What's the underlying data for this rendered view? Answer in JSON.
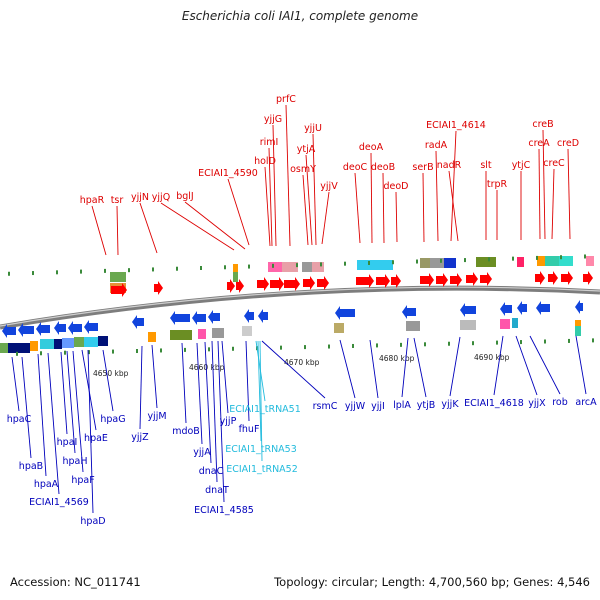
{
  "title": "Escherichia coli IAI1, complete genome",
  "footer": {
    "accession": "Accession: NC_011741",
    "summary": "Topology: circular; Length: 4,700,560 bp; Genes: 4,546"
  },
  "colors": {
    "forward_label": "#dd0000",
    "reverse_label": "#0000bb",
    "rna_label": "#22bbdd",
    "backbone": "#888888",
    "forward_arrow": "#ff0000",
    "reverse_arrow": "#1144dd"
  },
  "scale_labels": [
    "4650 kbp",
    "4660 kbp",
    "4670 kbp",
    "4680 kbp",
    "4690 kbp"
  ],
  "forward_genes": [
    "hpaR",
    "tsr",
    "yjjN",
    "yjjQ",
    "bglJ",
    "ECIAI1_4590",
    "holD",
    "rimI",
    "yjjG",
    "prfC",
    "osmY",
    "ytjA",
    "yjjU",
    "yjjV",
    "deoC",
    "deoA",
    "deoB",
    "deoD",
    "serB",
    "radA",
    "ECIAI1_4614",
    "nadR",
    "slt",
    "trpR",
    "ytjC",
    "creA",
    "creB",
    "creC",
    "creD"
  ],
  "reverse_genes": [
    "hpaC",
    "hpaB",
    "hpaA",
    "ECIAI1_4569",
    "hpaI",
    "hpaH",
    "hpaF",
    "hpaE",
    "hpaD",
    "hpaG",
    "yjjZ",
    "yjjM",
    "mdoB",
    "yjjA",
    "dnaC",
    "dnaT",
    "ECIAI1_4585",
    "yjjP",
    "fhuF",
    "rsmC",
    "yjjW",
    "yjjI",
    "lplA",
    "ytjB",
    "yjjK",
    "ECIAI1_4618",
    "yjjX",
    "rob",
    "arcA"
  ],
  "rna_genes": [
    "ECIAI1_tRNA51",
    "ECIAI1_tRNA53",
    "ECIAI1_tRNA52"
  ]
}
